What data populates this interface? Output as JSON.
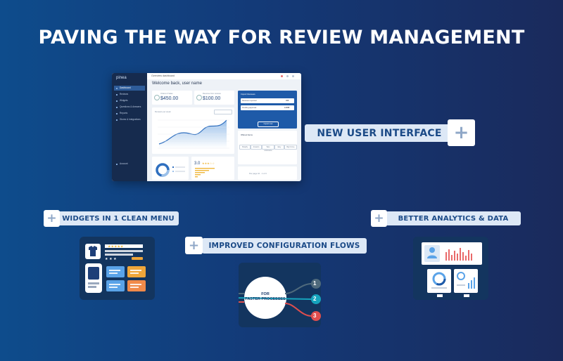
{
  "headline": "PAVING THE WAY FOR REVIEW MANAGEMENT",
  "dashboard": {
    "logo": "pinea",
    "breadcrumb": "Overview dashboard",
    "welcome": "Welcome back, user name",
    "nav": [
      "Dashboard",
      "Reviews",
      "Widgets",
      "Questions & Answers",
      "Reports",
      "Stores & Integrations"
    ],
    "nav_bottom": "Account",
    "card1_label": "Orders & Sales",
    "card1_value": "$450.00",
    "card2_label": "Revenue from reviews",
    "card2_value": "$100.00",
    "chart_label": "Reviews per week",
    "rating_value": "3.0",
    "blue_card_title": "Import Reviews",
    "blue_card_row1": "Reviews imported",
    "blue_card_row1_value": "456",
    "blue_card_row2": "Pending approval",
    "blue_card_row2_value": "12098",
    "blue_button": "Import now",
    "side_card_title": "Offered Items",
    "filters": [
      "Shopify",
      "Amazon",
      "Woo commerce",
      "Etsy",
      "Big Cmrce"
    ],
    "pager": "Per page 10 · 1 of 3"
  },
  "callouts": {
    "new_ui": "NEW USER INTERFACE",
    "widgets": "WIDGETS IN 1 CLEAN MENU",
    "config": "IMPROVED CONFIGURATION FLOWS",
    "analytics": "BETTER ANALYTICS & DATA"
  },
  "flow": {
    "center_line1": "FOR",
    "center_line2": "FASTER PROCESSES",
    "steps": [
      "1",
      "2",
      "3"
    ]
  },
  "colors": {
    "accent_teal": "#16a3bd",
    "accent_red": "#e04e4e",
    "accent_slate": "#4f6a7c",
    "callout_bg": "#dde8f6",
    "callout_text": "#1b4a87"
  },
  "icons": [
    "plus-icon",
    "shirt-icon",
    "user-icon",
    "star-icon"
  ]
}
